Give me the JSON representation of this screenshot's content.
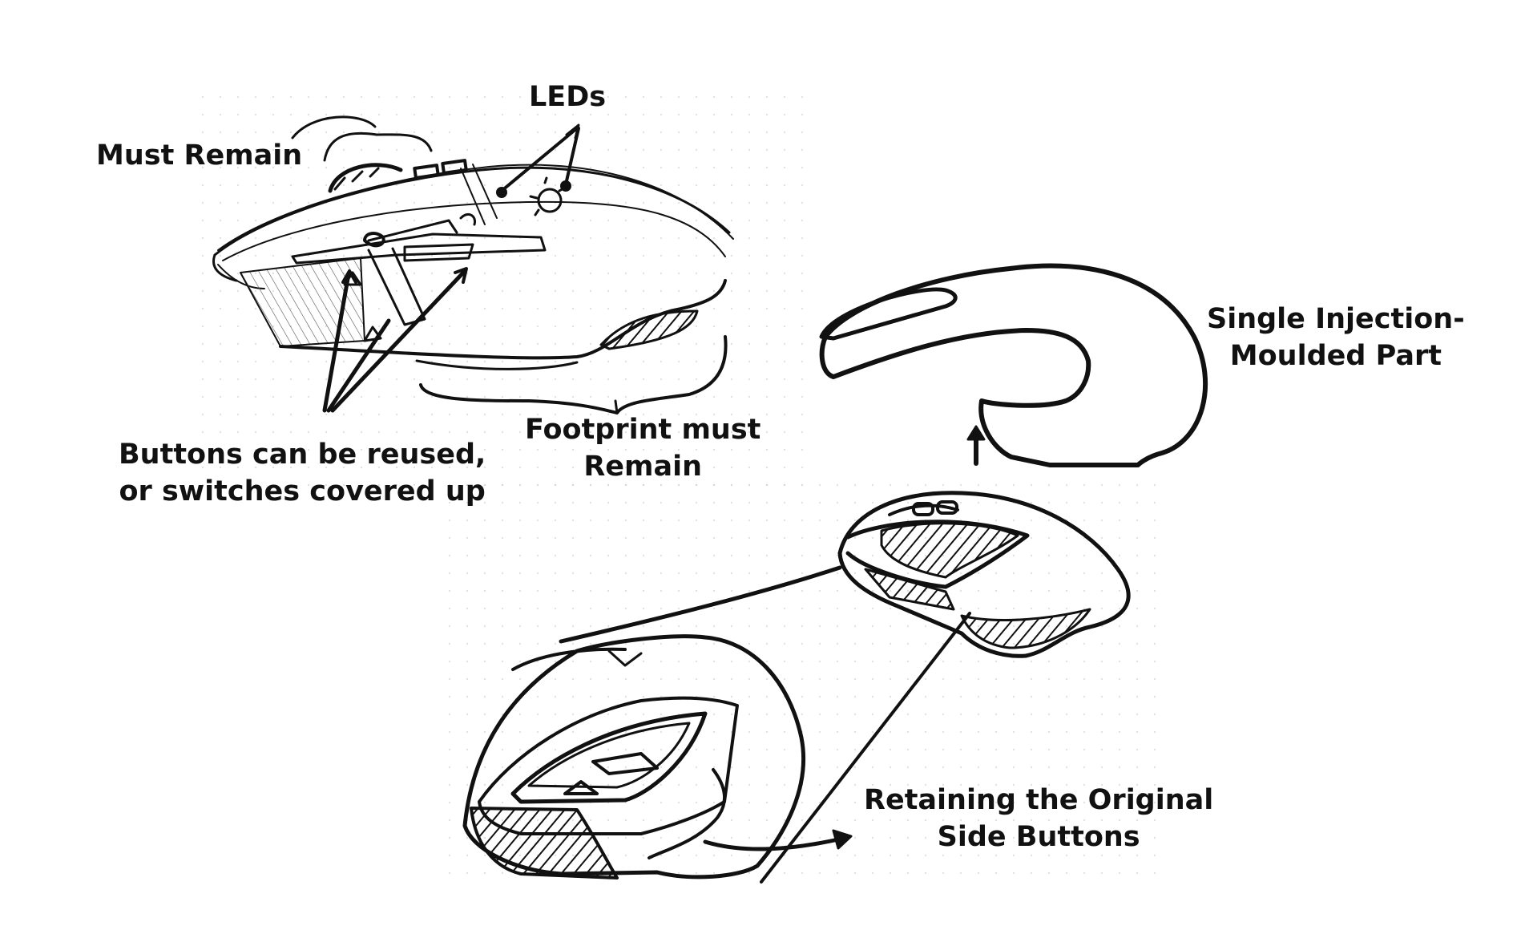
{
  "annotations": {
    "leds": "LEDs",
    "must_remain": "Must Remain",
    "buttons_reuse": [
      "Buttons can be reused,",
      "or switches covered up"
    ],
    "footprint": [
      "Footprint must",
      "Remain"
    ],
    "single_part": [
      "Single Injection-",
      "Moulded Part"
    ],
    "retaining": [
      "Retaining the Original",
      "Side Buttons"
    ]
  },
  "colors": {
    "ink": "#111111",
    "paper": "#ffffff",
    "dot_grid": "#d4d4d4"
  }
}
